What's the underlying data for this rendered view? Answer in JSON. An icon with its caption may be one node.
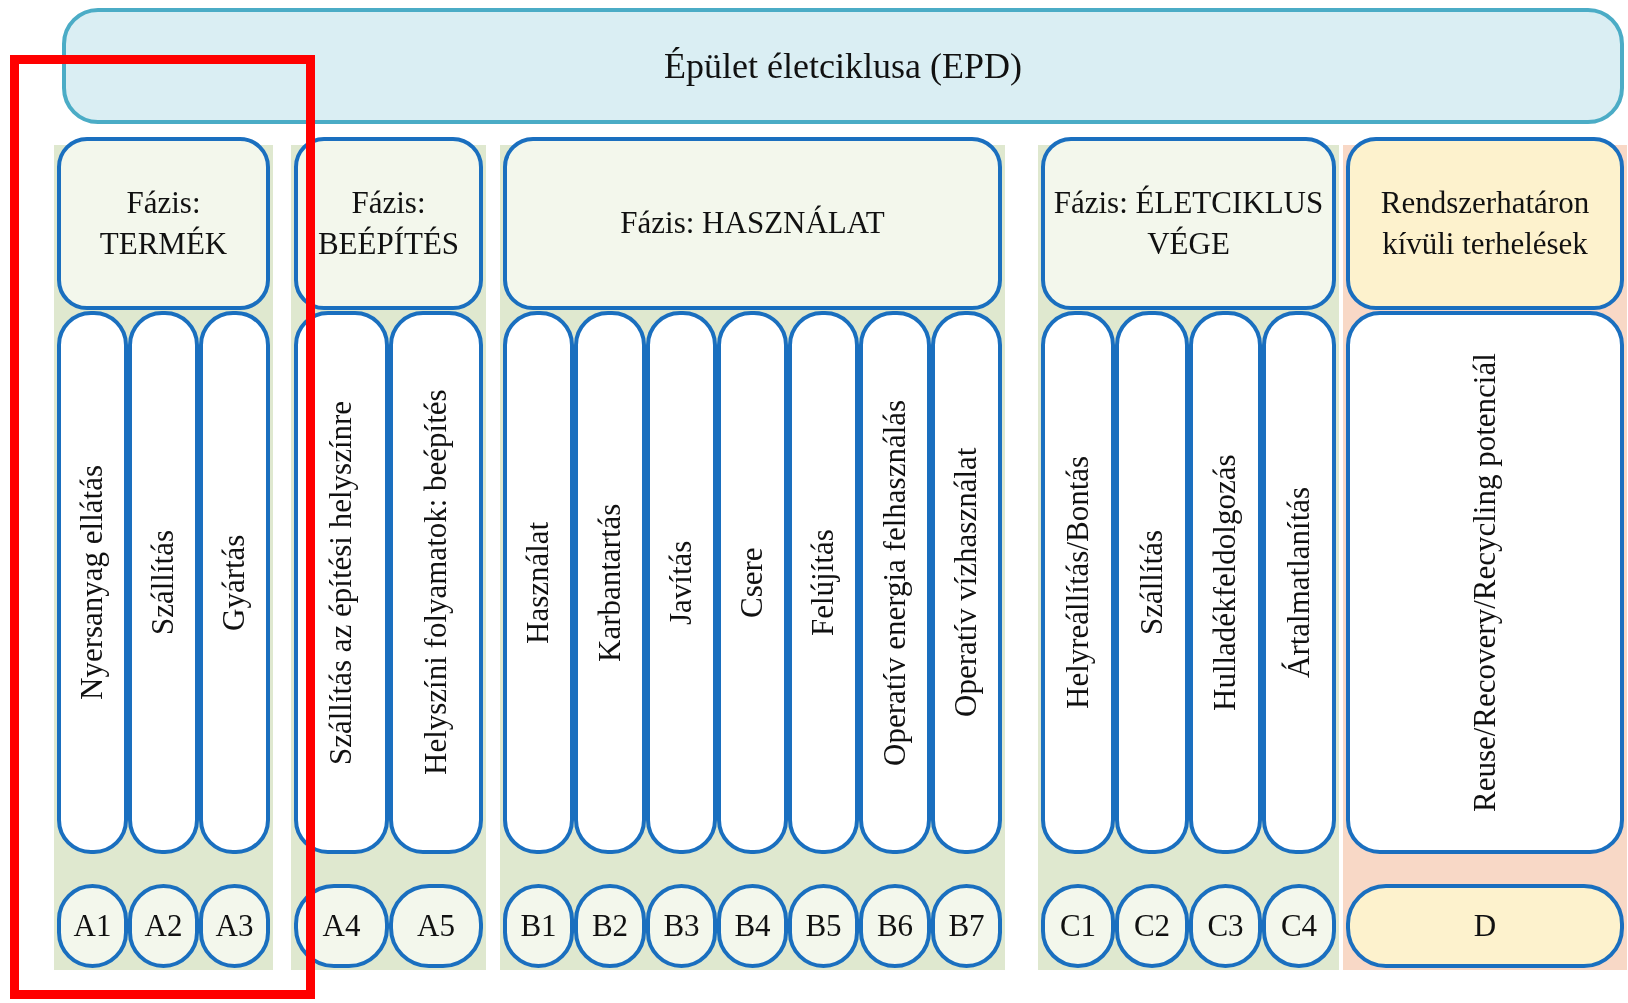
{
  "diagram": {
    "nodes": [
      {
        "text": [
          "Épület életciklusa (EPD)"
        ]
      },
      {
        "text": [
          "Fázis: TERMÉK"
        ]
      },
      {
        "text": [
          "Fázis: BEÉPÍTÉS"
        ]
      },
      {
        "text": [
          "Fázis: HASZNÁLAT"
        ]
      },
      {
        "text": [
          "Fázis: ÉLETCIKLUS VÉGE"
        ]
      },
      {
        "text": [
          "Rendszerhatáron kívüli terhelések"
        ]
      },
      {
        "text": [
          "Nyersanyag ellátás"
        ]
      },
      {
        "text": [
          "Szállítás"
        ]
      },
      {
        "text": [
          "Gyártás"
        ]
      },
      {
        "text": [
          "Szállítás az építési helyszínre"
        ]
      },
      {
        "text": [
          "Helyszíni folyamatok: beépítés"
        ]
      },
      {
        "text": [
          "Használat"
        ]
      },
      {
        "text": [
          "Karbantartás"
        ]
      },
      {
        "text": [
          "Javítás"
        ]
      },
      {
        "text": [
          "Csere"
        ]
      },
      {
        "text": [
          "Felújítás"
        ]
      },
      {
        "text": [
          "Operatív energia felhasználás"
        ]
      },
      {
        "text": [
          "Operatív vízhasználat"
        ]
      },
      {
        "text": [
          "Helyreállítás/Bontás"
        ]
      },
      {
        "text": [
          "Szállítás"
        ]
      },
      {
        "text": [
          "Hulladékfeldolgozás"
        ]
      },
      {
        "text": [
          "Ártalmatlanítás"
        ]
      },
      {
        "text": [
          "Reuse/Recovery/Recycling potenciál"
        ]
      },
      {
        "text": [
          "A1"
        ]
      },
      {
        "text": [
          "A2"
        ]
      },
      {
        "text": [
          "A3"
        ]
      },
      {
        "text": [
          "A4"
        ]
      },
      {
        "text": [
          "A5"
        ]
      },
      {
        "text": [
          "B1"
        ]
      },
      {
        "text": [
          "B2"
        ]
      },
      {
        "text": [
          "B3"
        ]
      },
      {
        "text": [
          "B4"
        ]
      },
      {
        "text": [
          "B5"
        ]
      },
      {
        "text": [
          "B6"
        ]
      },
      {
        "text": [
          "B7"
        ]
      },
      {
        "text": [
          "C1"
        ]
      },
      {
        "text": [
          "C2"
        ]
      },
      {
        "text": [
          "C3"
        ]
      },
      {
        "text": [
          "C4"
        ]
      },
      {
        "text": [
          "D"
        ]
      }
    ]
  }
}
